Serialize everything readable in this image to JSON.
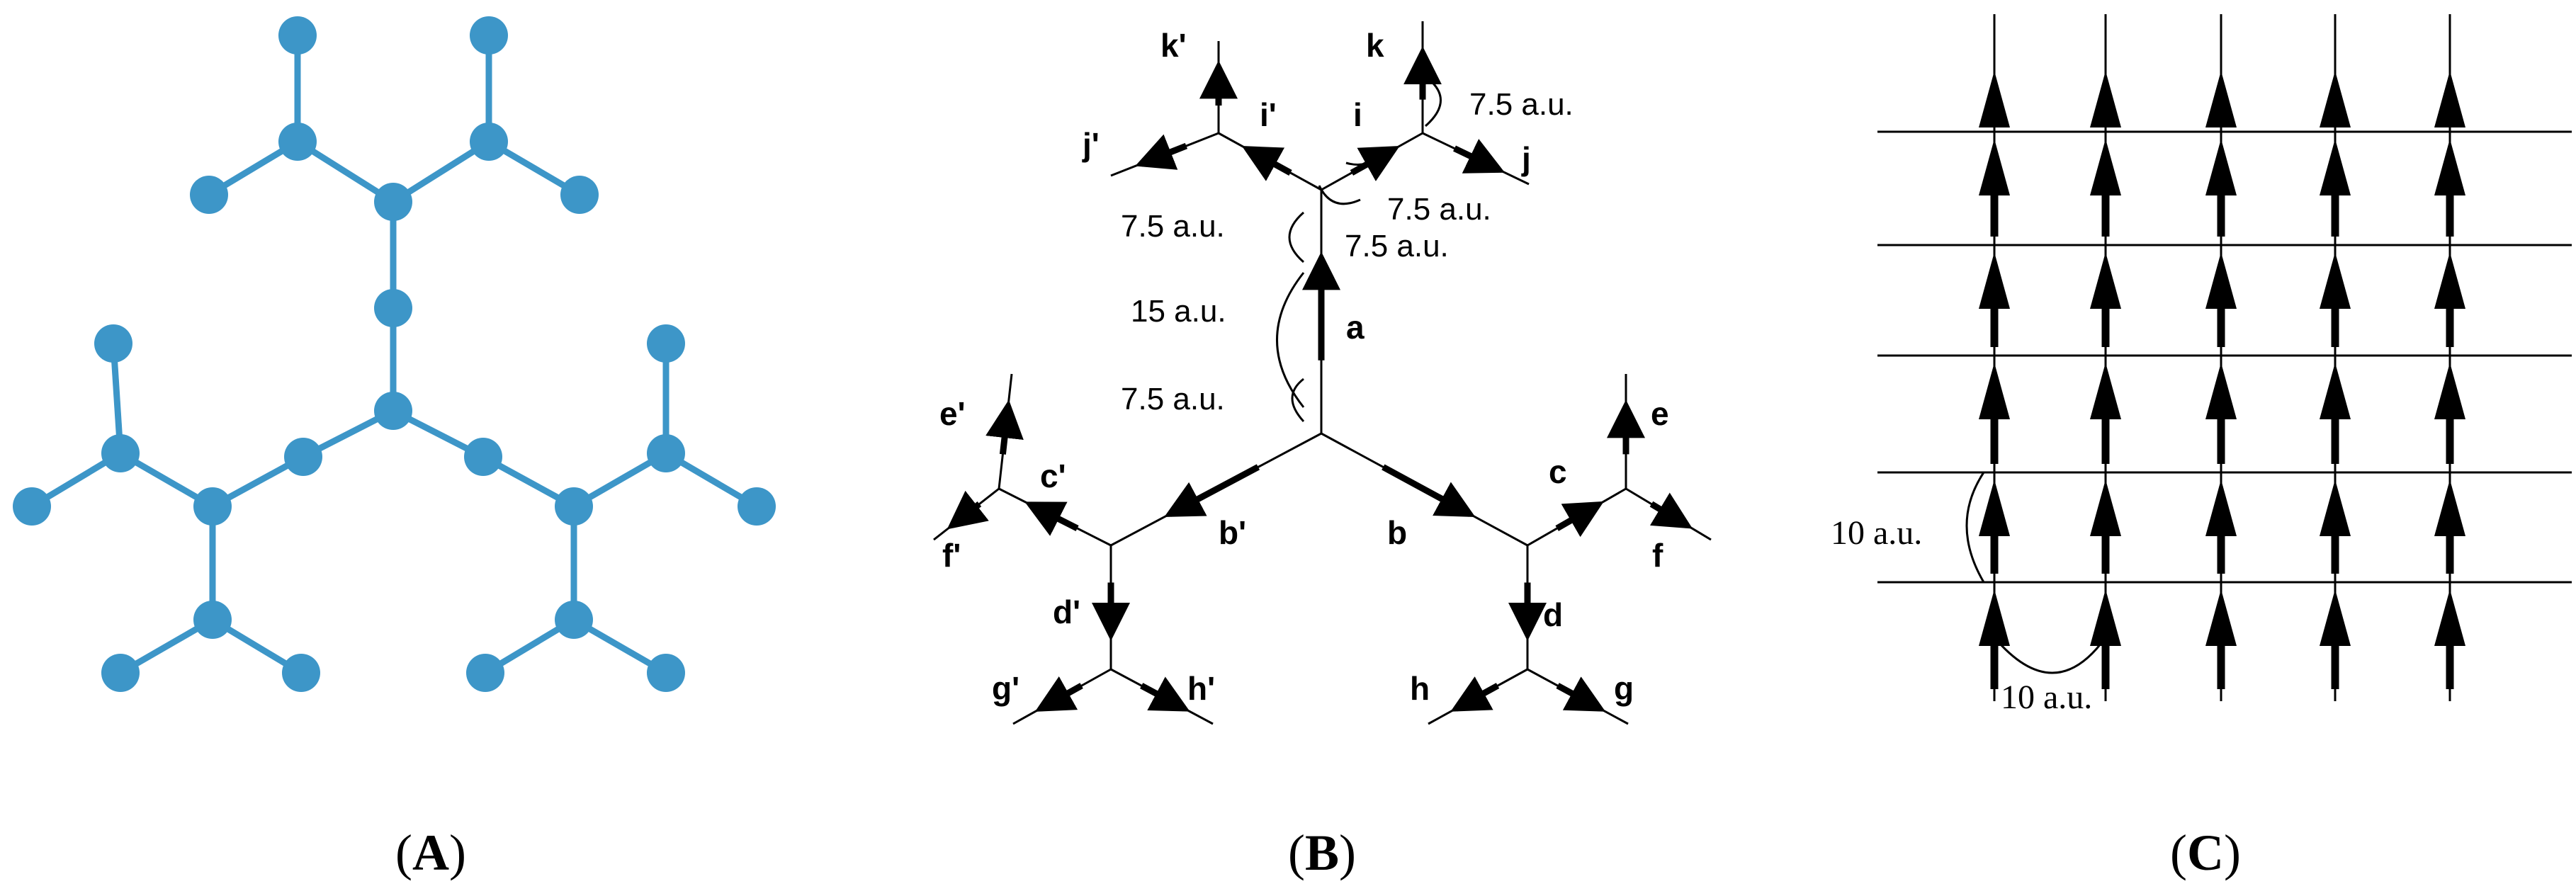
{
  "colors": {
    "molecule": "#3d96c8",
    "ink": "#000000",
    "background": "#ffffff"
  },
  "panels": {
    "A": {
      "caption_open": "(",
      "caption_letter": "A",
      "caption_close": ")"
    },
    "B": {
      "caption_open": "(",
      "caption_letter": "B",
      "caption_close": ")",
      "branch_labels": {
        "a": "a",
        "b": "b",
        "b_prime": "b'",
        "c": "c",
        "c_prime": "c'",
        "d": "d",
        "d_prime": "d'",
        "e": "e",
        "e_prime": "e'",
        "f": "f",
        "f_prime": "f'",
        "g": "g",
        "g_prime": "g'",
        "h": "h",
        "h_prime": "h'",
        "i": "i",
        "i_prime": "i'",
        "j": "j",
        "j_prime": "j'",
        "k": "k",
        "k_prime": "k'"
      },
      "measurements": {
        "top_right": "7.5 a.u.",
        "inner_right_1": "7.5 a.u.",
        "inner_right_2": "7.5 a.u.",
        "upper_left": "7.5 a.u.",
        "middle_left": "15 a.u.",
        "lower_left": "7.5 a.u."
      }
    },
    "C": {
      "caption_open": "(",
      "caption_letter": "C",
      "caption_close": ")",
      "measurements": {
        "vertical": "10 a.u.",
        "horizontal": "10 a.u."
      },
      "grid_columns": 5,
      "grid_rows": 5
    }
  }
}
